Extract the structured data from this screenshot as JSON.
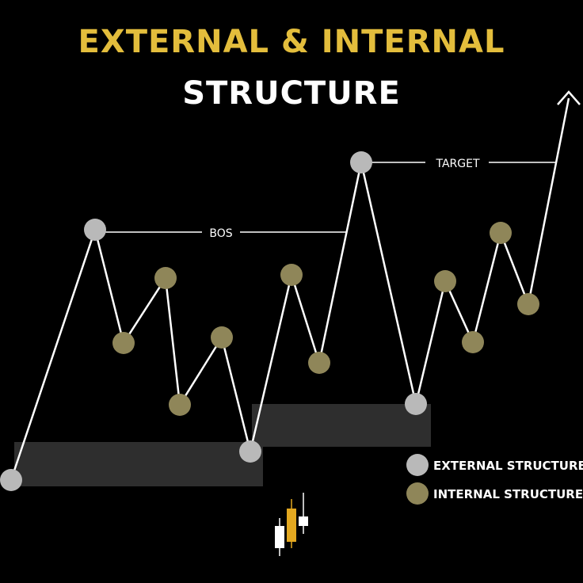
{
  "header": {
    "title_line1": "EXTERNAL & INTERNAL",
    "title_line2": "STRUCTURE"
  },
  "diagram": {
    "bos_label": "BOS",
    "target_label": "TARGET"
  },
  "legend": {
    "external_label": "EXTERNAL STRUCTURE",
    "internal_label": "INTERNAL STRUCTURE"
  },
  "colors": {
    "external": "#b9b9b9",
    "internal": "#8f8659",
    "title_accent": "#e3bd3c",
    "line": "#ffffff",
    "zone": "#2e2e2e",
    "candle_gold": "#e3a820"
  },
  "icons": {
    "logo": "candlestick-logo-icon",
    "arrow": "arrow-up-icon"
  }
}
